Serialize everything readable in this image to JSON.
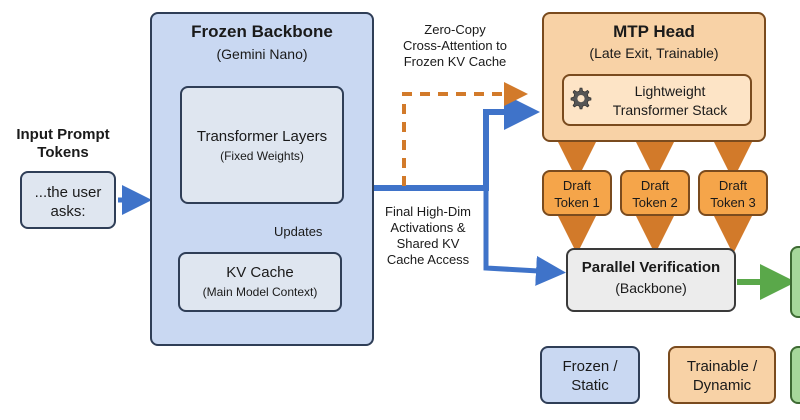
{
  "input": {
    "title_line1": "Input Prompt",
    "title_line2": "Tokens",
    "text_line1": "...the user",
    "text_line2": "asks:"
  },
  "backbone": {
    "title": "Frozen Backbone",
    "subtitle": "(Gemini Nano)",
    "layers_line1": "Transformer Layers",
    "layers_line2": "(Fixed Weights)",
    "updates": "Updates",
    "cache_title": "KV Cache",
    "cache_sub": "(Main Model Context)"
  },
  "zero_copy": {
    "line1": "Zero-Copy",
    "line2": "Cross-Attention to",
    "line3": "Frozen KV Cache"
  },
  "activations": {
    "line1": "Final High-Dim",
    "line2": "Activations &",
    "line3": "Shared KV",
    "line4": "Cache Access"
  },
  "mtp": {
    "title": "MTP Head",
    "subtitle": "(Late Exit, Trainable)",
    "stack_line1": "Lightweight",
    "stack_line2": "Transformer Stack"
  },
  "drafts": [
    {
      "line1": "Draft",
      "line2": "Token 1"
    },
    {
      "line1": "Draft",
      "line2": "Token 2"
    },
    {
      "line1": "Draft",
      "line2": "Token 3"
    }
  ],
  "verification": {
    "title": "Parallel Verification",
    "sub": "(Backbone)"
  },
  "legend": {
    "frozen_line1": "Frozen /",
    "frozen_line2": "Static",
    "trainable_line1": "Trainable /",
    "trainable_line2": "Dynamic"
  },
  "colors": {
    "frozen": "#c9d8f2",
    "trainable": "#f8d2a6",
    "draft": "#f5a54a",
    "arrow_blue": "#3f73c9",
    "arrow_orange": "#d27a2a",
    "arrow_green": "#5aa84a"
  }
}
